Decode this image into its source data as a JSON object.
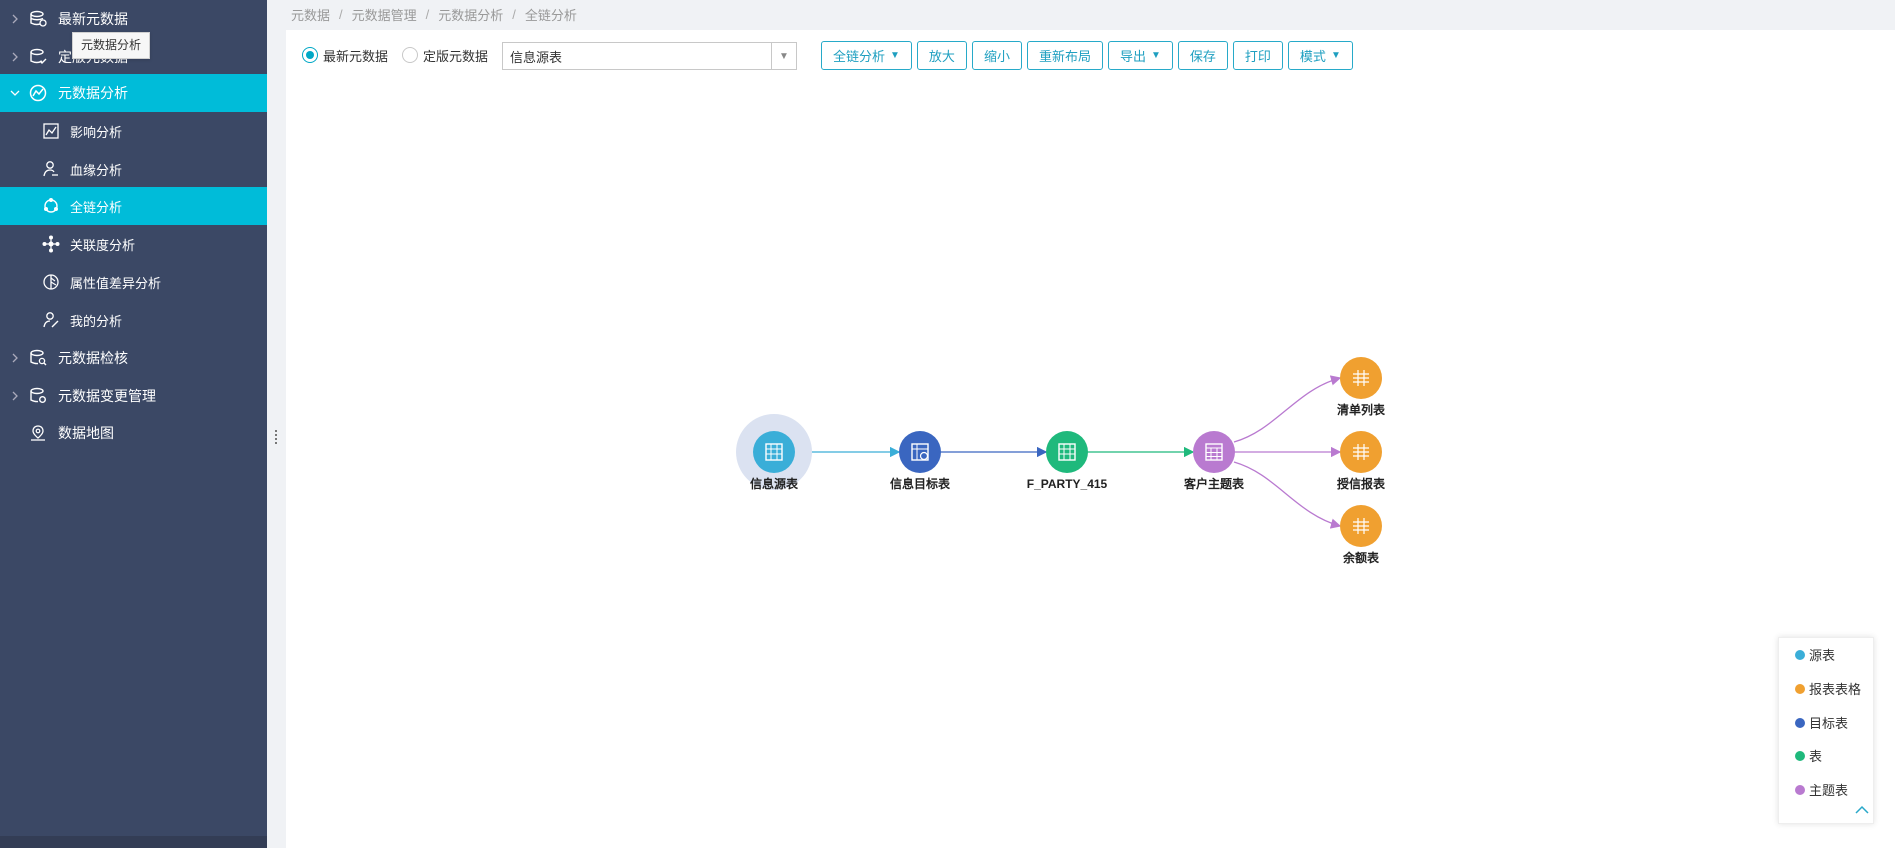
{
  "sidebar": {
    "tooltip": "元数据分析",
    "items": [
      {
        "label": "最新元数据",
        "level": "top",
        "expand": "collapsed"
      },
      {
        "label": "定版元数据",
        "level": "top",
        "expand": "collapsed"
      },
      {
        "label": "元数据分析",
        "level": "top",
        "expand": "expanded",
        "active": true
      },
      {
        "label": "影响分析",
        "level": "sub"
      },
      {
        "label": "血缘分析",
        "level": "sub"
      },
      {
        "label": "全链分析",
        "level": "sub",
        "active": true
      },
      {
        "label": "关联度分析",
        "level": "sub"
      },
      {
        "label": "属性值差异分析",
        "level": "sub"
      },
      {
        "label": "我的分析",
        "level": "sub"
      },
      {
        "label": "元数据检核",
        "level": "top",
        "expand": "collapsed"
      },
      {
        "label": "元数据变更管理",
        "level": "top",
        "expand": "collapsed"
      },
      {
        "label": "数据地图",
        "level": "top"
      }
    ]
  },
  "breadcrumb": [
    "元数据",
    "元数据管理",
    "元数据分析",
    "全链分析"
  ],
  "toolbar": {
    "radio_latest": "最新元数据",
    "radio_fixed": "定版元数据",
    "select_value": "信息源表",
    "buttons": {
      "full_chain": "全链分析",
      "zoom_in": "放大",
      "zoom_out": "缩小",
      "relayout": "重新布局",
      "export": "导出",
      "save": "保存",
      "print": "打印",
      "mode": "模式"
    }
  },
  "graph": {
    "nodes": [
      {
        "id": "n1",
        "label": "信息源表",
        "type": "源表"
      },
      {
        "id": "n2",
        "label": "信息目标表",
        "type": "目标表"
      },
      {
        "id": "n3",
        "label": "F_PARTY_415",
        "type": "表"
      },
      {
        "id": "n4",
        "label": "客户主题表",
        "type": "主题表"
      },
      {
        "id": "n5",
        "label": "清单列表",
        "type": "报表表格"
      },
      {
        "id": "n6",
        "label": "授信报表",
        "type": "报表表格"
      },
      {
        "id": "n7",
        "label": "余额表",
        "type": "报表表格"
      }
    ],
    "edges": [
      [
        "n1",
        "n2"
      ],
      [
        "n2",
        "n3"
      ],
      [
        "n3",
        "n4"
      ],
      [
        "n4",
        "n5"
      ],
      [
        "n4",
        "n6"
      ],
      [
        "n4",
        "n7"
      ]
    ]
  },
  "legend": [
    {
      "label": "源表",
      "color": "#3aaed8"
    },
    {
      "label": "报表表格",
      "color": "#f0a030"
    },
    {
      "label": "目标表",
      "color": "#3a66c0"
    },
    {
      "label": "表",
      "color": "#1fb97c"
    },
    {
      "label": "主题表",
      "color": "#b97ad0"
    }
  ]
}
